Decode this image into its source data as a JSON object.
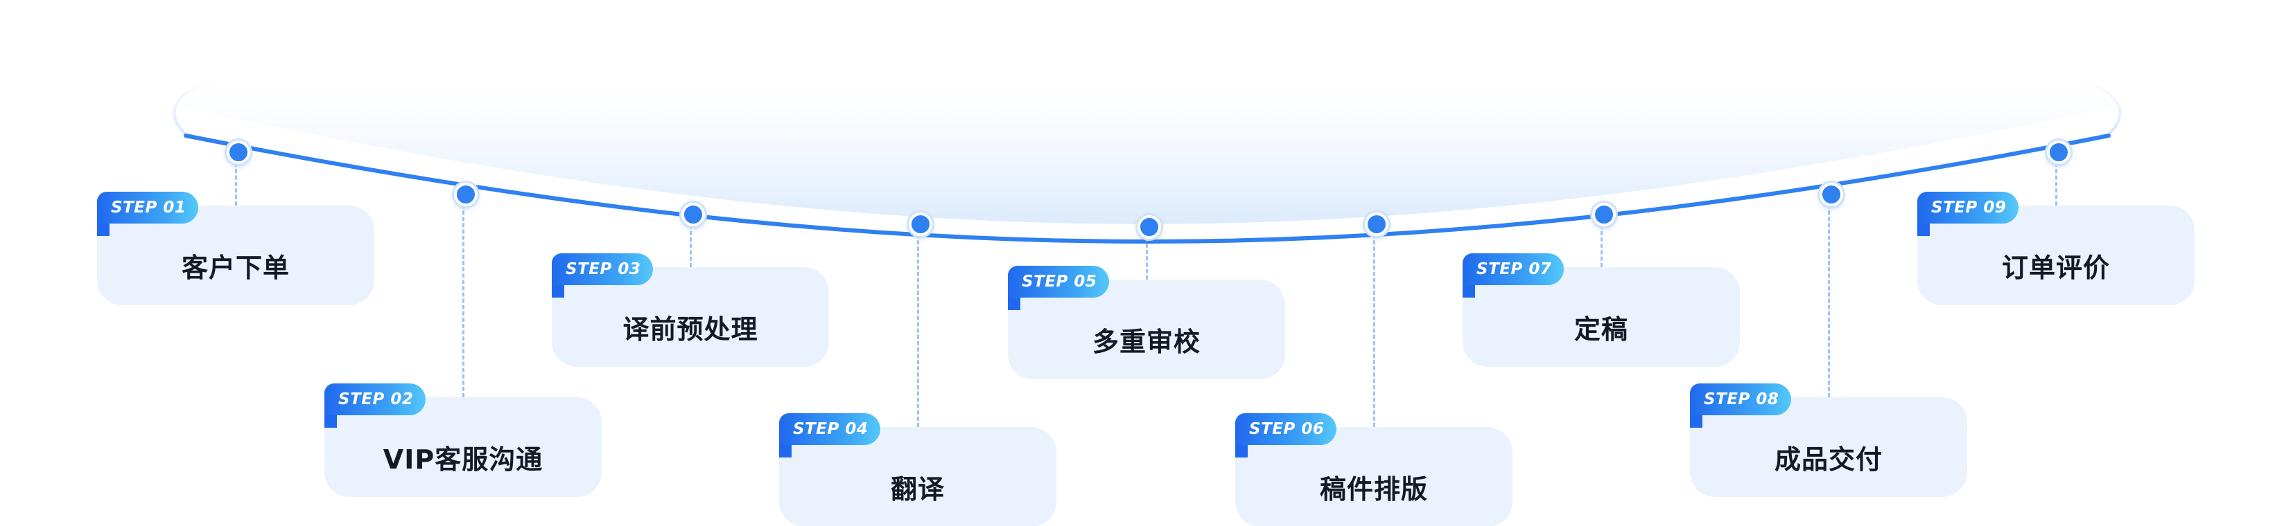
{
  "steps": [
    {
      "badge": "STEP 01",
      "label": "客户下单"
    },
    {
      "badge": "STEP 02",
      "label": "VIP客服沟通"
    },
    {
      "badge": "STEP 03",
      "label": "译前预处理"
    },
    {
      "badge": "STEP 04",
      "label": "翻译"
    },
    {
      "badge": "STEP 05",
      "label": "多重审校"
    },
    {
      "badge": "STEP 06",
      "label": "稿件排版"
    },
    {
      "badge": "STEP 07",
      "label": "定稿"
    },
    {
      "badge": "STEP 08",
      "label": "成品交付"
    },
    {
      "badge": "STEP 09",
      "label": "订单评价"
    }
  ],
  "colors": {
    "arc": "#2f80f0",
    "node": "#2f80f0",
    "card": "#eaf3fd",
    "badge_start": "#2069ee",
    "badge_end": "#55c9f9"
  }
}
